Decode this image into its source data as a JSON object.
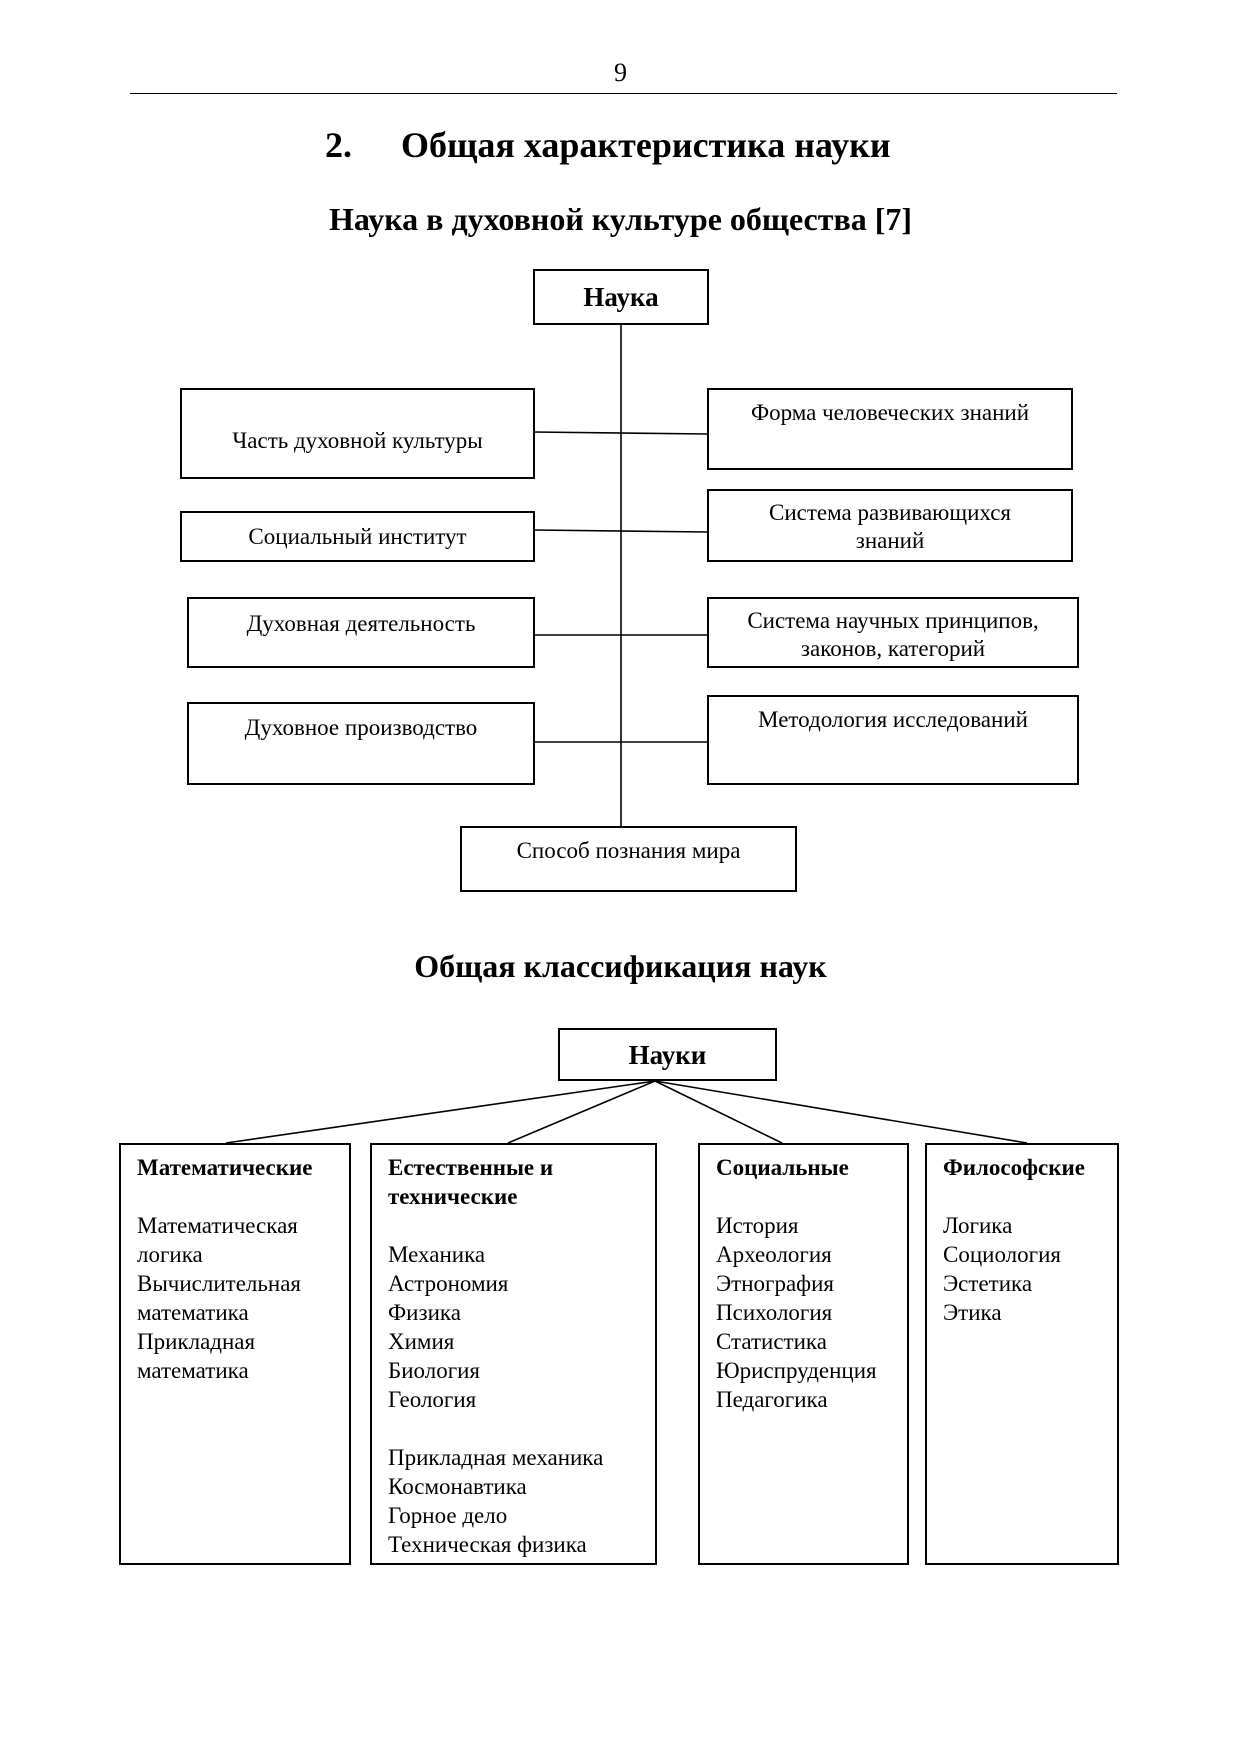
{
  "page": {
    "number": "9"
  },
  "section": {
    "number": "2.",
    "title": "Общая характеристика науки"
  },
  "diagram1": {
    "title": "Наука в духовной культуре общества [7]",
    "root": "Наука",
    "left": [
      "Часть духовной культуры",
      "Социальный институт",
      "Духовная деятельность",
      "Духовное производство"
    ],
    "right": [
      "Форма человеческих знаний",
      "Система развивающихся знаний",
      "Система научных принципов, законов, категорий",
      "Методология исследований"
    ],
    "bottom": "Способ познания мира"
  },
  "diagram2": {
    "title": "Общая классификация наук",
    "root": "Науки",
    "columns": [
      {
        "heading": "Математические",
        "items": [
          "Математическая",
          "логика",
          "Вычислительная",
          "математика",
          "Прикладная",
          "математика"
        ],
        "extra": []
      },
      {
        "heading": "Естественные и технические",
        "items": [
          "Механика",
          "Астрономия",
          "Физика",
          "Химия",
          "Биология",
          "Геология"
        ],
        "extra": [
          "Прикладная механика",
          "Космонавтика",
          "Горное дело",
          "Техническая физика"
        ]
      },
      {
        "heading": "Социальные",
        "items": [
          "История",
          "Археология",
          "Этнография",
          "Психология",
          "Статистика",
          "Юриспруденция",
          "Педагогика"
        ],
        "extra": []
      },
      {
        "heading": "Философские",
        "items": [
          "Логика",
          "Социология",
          "Эстетика",
          "Этика"
        ],
        "extra": []
      }
    ]
  }
}
